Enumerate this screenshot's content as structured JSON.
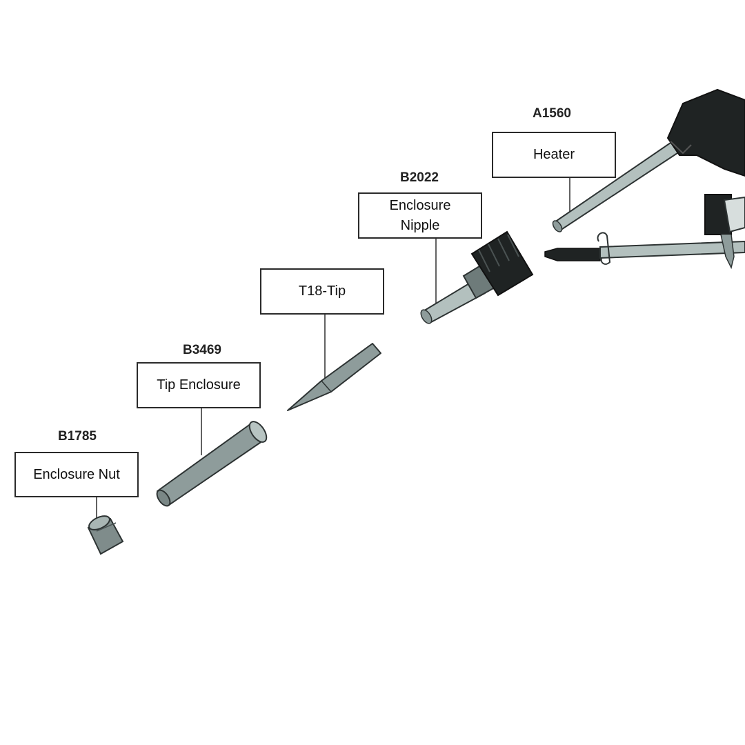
{
  "parts": [
    {
      "code": "",
      "name_lines": [
        "T18-Tip"
      ]
    },
    {
      "code": "A1560",
      "name_lines": [
        "Heater"
      ]
    },
    {
      "code": "B2022",
      "name_lines": [
        "Enclosure",
        "Nipple"
      ]
    },
    {
      "code": "B3469",
      "name_lines": [
        "Tip Enclosure"
      ]
    },
    {
      "code": "B1785",
      "name_lines": [
        "Enclosure Nut"
      ]
    }
  ],
  "colors": {
    "part_fill": "#8e9c9b",
    "part_dark": "#1f2323",
    "part_light": "#b7c4c2",
    "label_border": "#2a2a2a"
  }
}
